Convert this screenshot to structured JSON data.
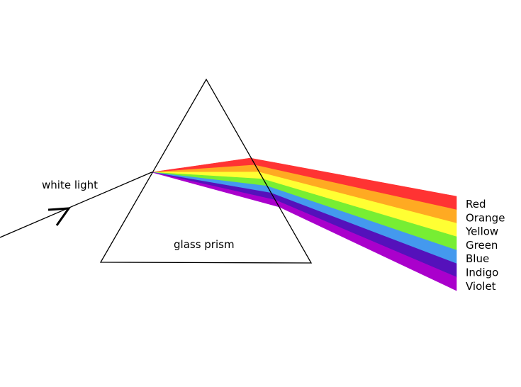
{
  "labels": {
    "white_light": "white light",
    "prism": "glass prism"
  },
  "spectrum": [
    {
      "name": "Red",
      "color": "#ff3333"
    },
    {
      "name": "Orange",
      "color": "#ffaa22"
    },
    {
      "name": "Yellow",
      "color": "#ffff33"
    },
    {
      "name": "Green",
      "color": "#77ee33"
    },
    {
      "name": "Blue",
      "color": "#4499ee"
    },
    {
      "name": "Indigo",
      "color": "#5511bb"
    },
    {
      "name": "Violet",
      "color": "#aa00cc"
    }
  ],
  "colors": {
    "outline": "#000000",
    "background": "#ffffff"
  }
}
